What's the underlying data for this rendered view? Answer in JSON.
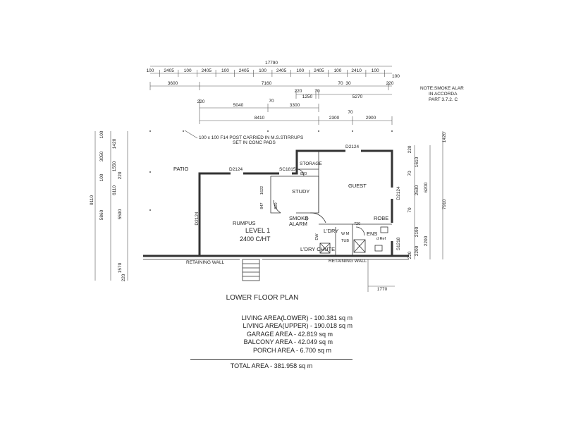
{
  "top_dimensions": {
    "overall": "17790",
    "row1": [
      "100",
      "2405",
      "100",
      "2405",
      "100",
      "2405",
      "100",
      "2405",
      "100",
      "2405",
      "100",
      "2410",
      "100"
    ],
    "row1_extra": "100",
    "row2": [
      "3600",
      "7160",
      "70",
      "30",
      "220"
    ],
    "row3": [
      "220",
      "70",
      "1250",
      "5270"
    ],
    "row4": [
      "220",
      "5040",
      "70",
      "3300"
    ],
    "row5": [
      "8410",
      "2300",
      "70",
      "2900"
    ]
  },
  "left_dimensions": {
    "overall": "9110",
    "outer": [
      "100",
      "3050",
      "100",
      "5860",
      "220"
    ],
    "inner": [
      "1420",
      "1550",
      "220",
      "6110",
      "5590",
      "1570"
    ]
  },
  "right_dimensions": [
    "220",
    "1420",
    "1610",
    "70",
    "2530",
    "6200",
    "70",
    "7910",
    "2190",
    "2200",
    "220",
    "2200"
  ],
  "bottom_dimension": "1770",
  "note": [
    "NOTE:SMOKE ALAR",
    "IN ACCORDA",
    "PART 3.7.2. C"
  ],
  "post_note": [
    "100 x 100 F14 POST CARRIED IN M.S.STIRRUPS",
    "SET IN CONC PADS"
  ],
  "labels": {
    "patio": "PATIO",
    "d2124_top": "D2124",
    "sc1815": "SC1815",
    "storage": "STORAGE",
    "d2124_guest": "D2124",
    "guest": "GUEST",
    "study": "STUDY",
    "rumpus": "RUMPUS",
    "level": "LEVEL 1",
    "height": "2400 C/HT",
    "smoke": "SMOKE",
    "alarm": "ALARM",
    "d2124_left": "D2124",
    "d2124_right": "D2124",
    "robe": "ROBE",
    "ldry": "L'DRY",
    "ens": "ENS",
    "ldry_chute": "L'DRY CHUTE",
    "retaining_left": "RETAINING WALL",
    "retaining_right": "RETAINING WALL",
    "s1218": "S1218",
    "d1622": "1622",
    "d847": "847",
    "d820": "820",
    "d720": "720",
    "wm": "W M",
    "tub": "TUB",
    "dw": "DW",
    "ref": "d Ref",
    "d820b": "820"
  },
  "plan_title": "LOWER FLOOR PLAN",
  "areas": [
    "LIVING AREA(LOWER) - 100.381 sq m",
    "LIVING AREA(UPPER) - 190.018 sq m",
    "GARAGE AREA - 42.819 sq m",
    "BALCONY AREA - 42.049 sq m",
    "PORCH AREA - 6.700 sq m"
  ],
  "total_area": "TOTAL AREA - 381.958 sq m"
}
